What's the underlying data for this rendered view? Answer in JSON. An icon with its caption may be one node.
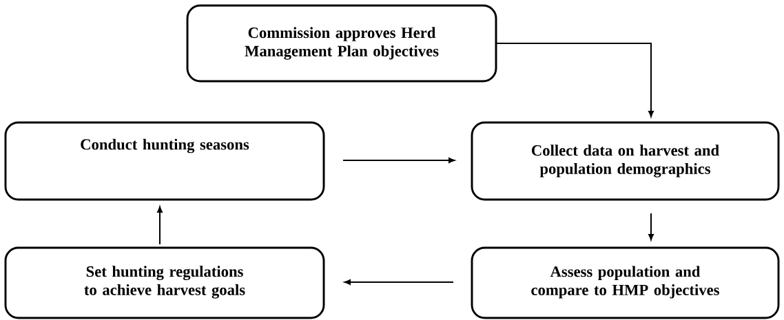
{
  "diagram": {
    "nodes": [
      {
        "text": [
          "Commission approves Herd Management Plan objectives"
        ]
      },
      {
        "text": [
          "Conduct hunting seasons"
        ]
      },
      {
        "text": [
          "Collect data on harvest and population demographics"
        ]
      },
      {
        "text": [
          "Set hunting regulations to achieve harvest goals"
        ]
      },
      {
        "text": [
          "Assess population and compare to HMP objectives"
        ]
      }
    ],
    "edges": [
      {
        "from": 0,
        "to": 2,
        "arrow": "to"
      },
      {
        "from": 1,
        "to": 2,
        "arrow": "to"
      },
      {
        "from": 2,
        "to": 4,
        "arrow": "to"
      },
      {
        "from": 4,
        "to": 3,
        "arrow": "to"
      },
      {
        "from": 3,
        "to": 1,
        "arrow": "to"
      }
    ]
  }
}
